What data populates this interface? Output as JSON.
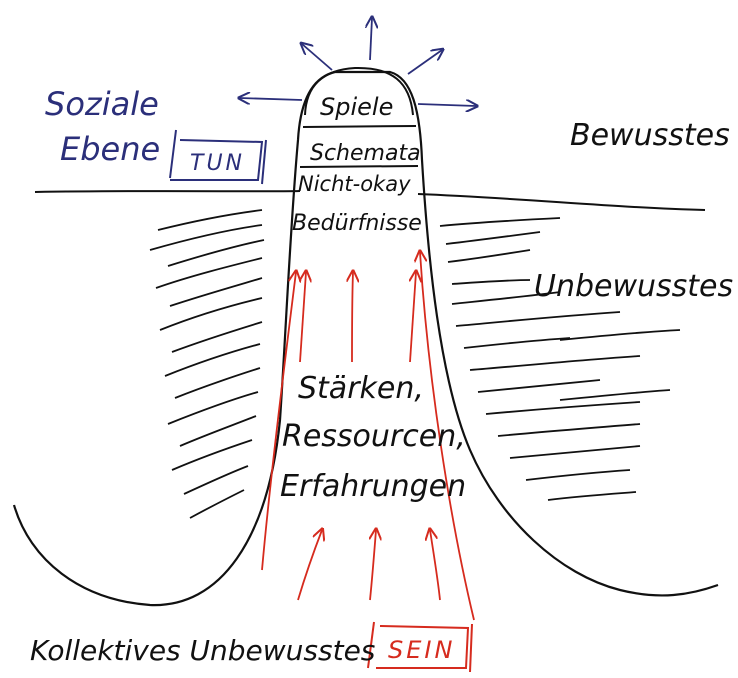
{
  "colors": {
    "ink": "#111111",
    "blue": "#2b2f7a",
    "red": "#d62b1e",
    "background": "#ffffff"
  },
  "labels": {
    "soziale": "Soziale",
    "ebene": "Ebene",
    "tun": "TUN",
    "bewusstes": "Bewusstes",
    "unbewusstes": "Unbewusstes",
    "kollektives_unbewusstes": "Kollektives Unbewusstes",
    "sein": "SEIN"
  },
  "tower": {
    "levels": [
      "Spiele",
      "Schemata",
      "Nicht-okay",
      "Bedürfnisse"
    ]
  },
  "inner": {
    "lines": [
      "Stärken,",
      "Ressourcen,",
      "Erfahrungen"
    ]
  }
}
